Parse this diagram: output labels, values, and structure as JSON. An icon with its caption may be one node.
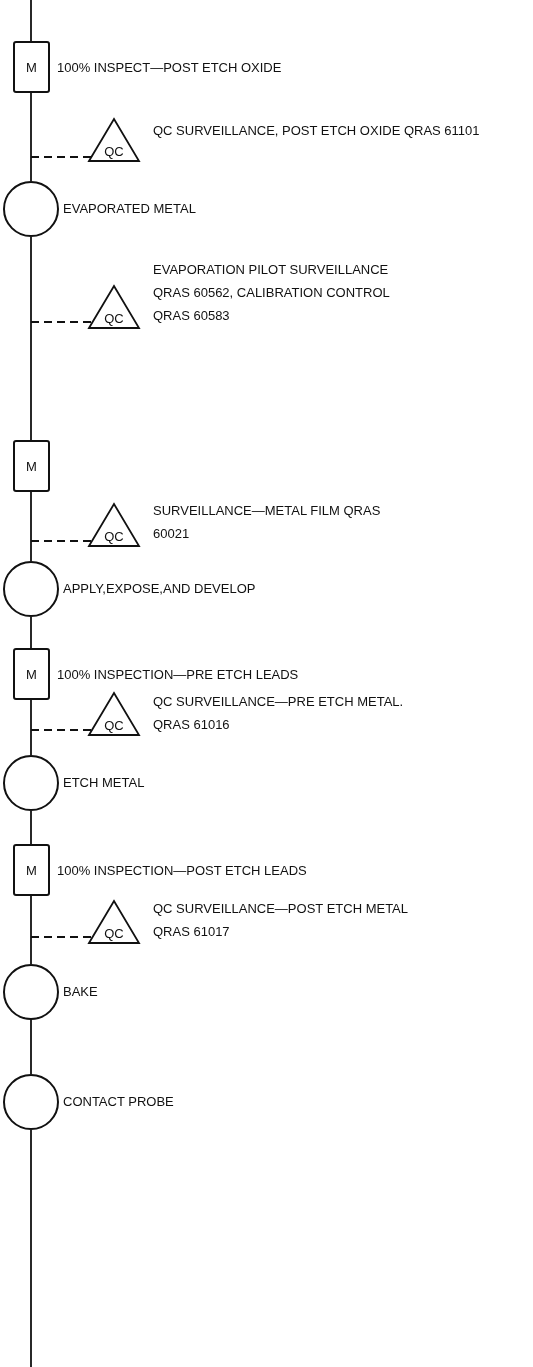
{
  "diagram": {
    "nodes": [
      {
        "text": [
          "M"
        ],
        "beside": [
          "100% INSPECT—POST ETCH OXIDE"
        ]
      },
      {
        "text": [
          "QC"
        ],
        "beside": [
          "QC SURVEILLANCE, POST ETCH OXIDE QRAS 61101"
        ]
      },
      {
        "text": [],
        "shape": "circle",
        "beside": [
          "EVAPORATED METAL"
        ]
      },
      {
        "text": [
          "QC"
        ],
        "beside": [
          "EVAPORATION PILOT SURVEILLANCE QRAS 60562, CALIBRATION CONTROL QRAS 60583"
        ]
      },
      {
        "text": [
          "M"
        ]
      },
      {
        "text": [
          "QC"
        ],
        "beside": [
          "SURVEILLANCE—METAL FILM QRAS 60021"
        ]
      },
      {
        "text": [],
        "shape": "circle",
        "beside": [
          "APPLY,EXPOSE,AND DEVELOP"
        ]
      },
      {
        "text": [
          "M"
        ],
        "beside": [
          "100% INSPECTION—PRE ETCH LEADS"
        ]
      },
      {
        "text": [
          "QC"
        ],
        "beside": [
          "QC SURVEILLANCE—PRE ETCH METAL. QRAS 61016"
        ]
      },
      {
        "text": [],
        "shape": "circle",
        "beside": [
          "ETCH METAL"
        ]
      },
      {
        "text": [
          "M"
        ],
        "beside": [
          "100% INSPECTION—POST ETCH LEADS"
        ]
      },
      {
        "text": [
          "QC"
        ],
        "beside": [
          "QC SURVEILLANCE—POST ETCH METAL QRAS 61017"
        ]
      },
      {
        "text": [],
        "shape": "circle",
        "beside": [
          "BAKE"
        ]
      },
      {
        "text": [],
        "shape": "circle",
        "beside": [
          "CONTACT PROBE"
        ]
      }
    ],
    "edges": [
      {
        "from": null,
        "to": 0,
        "arrow": "none"
      },
      {
        "from": 0,
        "to": 2,
        "arrow": "none"
      },
      {
        "from": 2,
        "to": 4,
        "arrow": "none"
      },
      {
        "from": 4,
        "to": 6,
        "arrow": "none"
      },
      {
        "from": 6,
        "to": 7,
        "arrow": "none"
      },
      {
        "from": 7,
        "to": 9,
        "arrow": "none"
      },
      {
        "from": 9,
        "to": 10,
        "arrow": "none"
      },
      {
        "from": 10,
        "to": 12,
        "arrow": "none"
      },
      {
        "from": 12,
        "to": 13,
        "arrow": "none"
      },
      {
        "from": 13,
        "to": null,
        "arrow": "none"
      },
      {
        "from": null,
        "to": 1,
        "arrow": "none",
        "style": "dashed"
      },
      {
        "from": null,
        "to": 3,
        "arrow": "none",
        "style": "dashed"
      },
      {
        "from": null,
        "to": 5,
        "arrow": "none",
        "style": "dashed"
      },
      {
        "from": null,
        "to": 8,
        "arrow": "none",
        "style": "dashed"
      },
      {
        "from": null,
        "to": 11,
        "arrow": "none",
        "style": "dashed"
      }
    ]
  }
}
